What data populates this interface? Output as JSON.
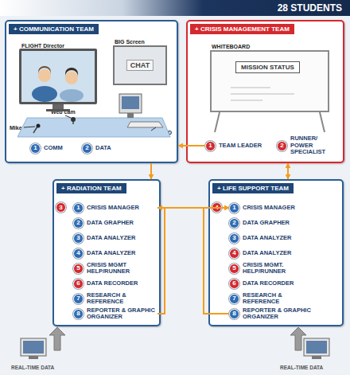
{
  "diagram": {
    "title": "28 STUDENTS",
    "nodes": [
      {
        "text": [
          "+ COMMUNICATION TEAM"
        ]
      },
      {
        "text": [
          "FLIGHT Director"
        ],
        "in": 0
      },
      {
        "text": [
          "BIG Screen",
          "CHAT"
        ],
        "in": 0
      },
      {
        "text": [
          "1",
          "COMM"
        ],
        "in": 0
      },
      {
        "text": [
          "2",
          "DATA"
        ],
        "in": 0
      },
      {
        "text": [
          "+ CRISIS MANAGEMENT TEAM"
        ]
      },
      {
        "text": [
          "WHITEBOARD",
          "MISSION STATUS"
        ],
        "in": 5
      },
      {
        "text": [
          "1",
          "TEAM LEADER"
        ],
        "in": 5
      },
      {
        "text": [
          "2",
          "RUNNER/ POWER SPECIALIST"
        ],
        "in": 5
      },
      {
        "text": [
          "+ RADIATION TEAM"
        ]
      },
      {
        "text": [
          "1",
          "CRISIS MANAGER"
        ],
        "in": 9
      },
      {
        "text": [
          "2",
          "DATA GRAPHER"
        ],
        "in": 9
      },
      {
        "text": [
          "3",
          "DATA ANALYZER"
        ],
        "in": 9
      },
      {
        "text": [
          "4",
          "DATA ANALYZER"
        ],
        "in": 9
      },
      {
        "text": [
          "5",
          "CRISIS MGMT HELP/RUNNER"
        ],
        "in": 9
      },
      {
        "text": [
          "6",
          "DATA RECORDER"
        ],
        "in": 9
      },
      {
        "text": [
          "7",
          "RESEARCH & REFERENCE"
        ],
        "in": 9
      },
      {
        "text": [
          "8",
          "REPORTER & GRAPHIC ORGANIZER"
        ],
        "in": 9
      },
      {
        "text": [
          "+ LIFE SUPPORT TEAM"
        ]
      },
      {
        "text": [
          "1",
          "CRISIS MANAGER"
        ],
        "in": 18
      },
      {
        "text": [
          "2",
          "DATA GRAPHER"
        ],
        "in": 18
      },
      {
        "text": [
          "3",
          "DATA ANALYZER"
        ],
        "in": 18
      },
      {
        "text": [
          "4",
          "DATA ANALYZER"
        ],
        "in": 18
      },
      {
        "text": [
          "5",
          "CRISIS MGMT. HELP/RUNNER"
        ],
        "in": 18
      },
      {
        "text": [
          "6",
          "DATA RECORDER"
        ],
        "in": 18
      },
      {
        "text": [
          "7",
          "RESEARCH & REFERENCE"
        ],
        "in": 18
      },
      {
        "text": [
          "8",
          "REPORTER & GRAPHIC ORGANIZER"
        ],
        "in": 18
      }
    ],
    "edges": [
      {
        "from": 7,
        "to": 0,
        "arrow": "to"
      },
      {
        "from": 0,
        "to": 9,
        "arrow": "to"
      },
      {
        "from": 5,
        "to": 18,
        "arrow": "both"
      },
      {
        "from": 10,
        "to": 19,
        "arrow": "to"
      },
      {
        "from": 17,
        "to": 10,
        "arrow": "to"
      },
      {
        "from": 26,
        "to": 19,
        "arrow": "to"
      }
    ],
    "labels": [
      "Web cam",
      "Mike",
      "KEYBOARD",
      "3",
      "4",
      "REAL-TIME DATA",
      "REAL-TIME DATA"
    ]
  }
}
